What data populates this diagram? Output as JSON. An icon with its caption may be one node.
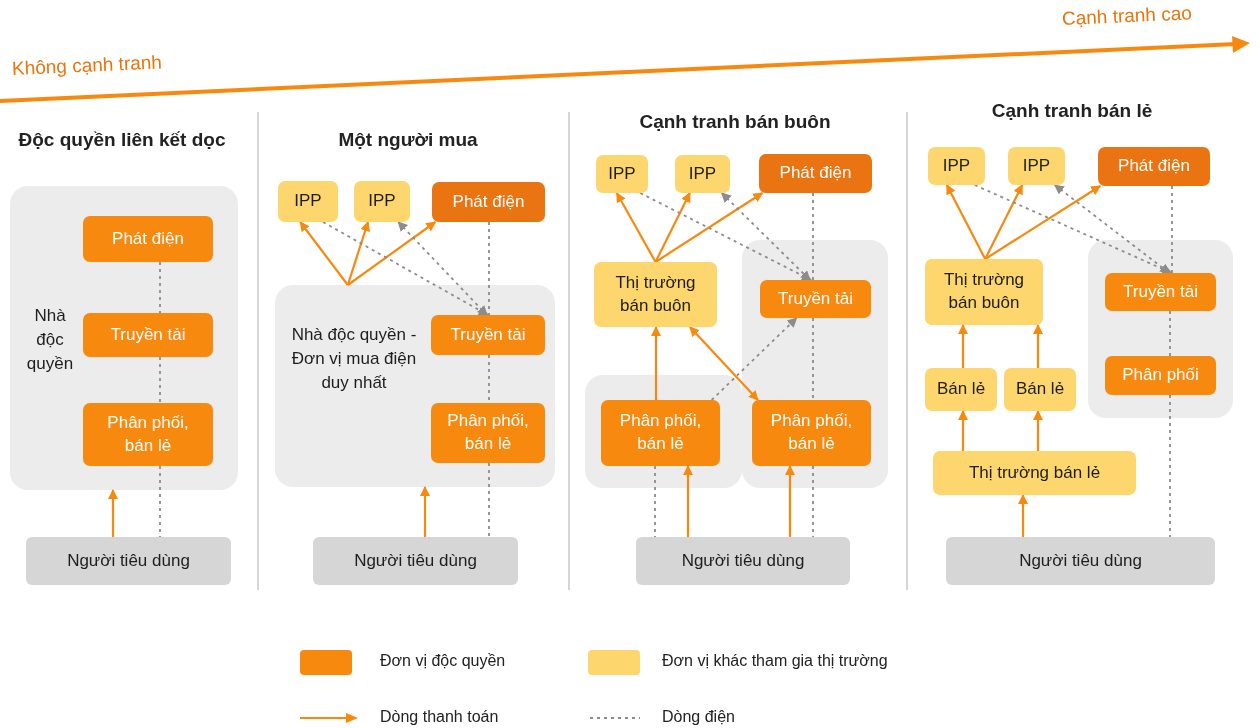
{
  "diagram": {
    "nodes": [
      {
        "text": [
          "Nhà độc quyền"
        ]
      },
      {
        "text": [
          "Phát điện"
        ],
        "in": 0
      },
      {
        "text": [
          "Truyền tải"
        ],
        "in": 0
      },
      {
        "text": [
          "Phân phối, bán lẻ"
        ],
        "in": 0
      },
      {
        "text": [
          "Người tiêu dùng"
        ]
      },
      {
        "text": [
          "IPP"
        ]
      },
      {
        "text": [
          "IPP"
        ]
      },
      {
        "text": [
          "Phát điện"
        ]
      },
      {
        "text": [
          "Nhà độc quyền - Đơn vị mua điện duy nhất"
        ]
      },
      {
        "text": [
          "Truyền tải"
        ],
        "in": 8
      },
      {
        "text": [
          "Phân phối, bán lẻ"
        ],
        "in": 8
      },
      {
        "text": [
          "Người tiêu dùng"
        ]
      },
      {
        "text": [
          "IPP"
        ]
      },
      {
        "text": [
          "IPP"
        ]
      },
      {
        "text": [
          "Phát điện"
        ]
      },
      {
        "text": [],
        "shape": "box"
      },
      {
        "text": [],
        "shape": "box"
      },
      {
        "text": [
          "Thị trường bán buôn"
        ]
      },
      {
        "text": [
          "Truyền tải"
        ],
        "in": 15
      },
      {
        "text": [
          "Phân phối, bán lẻ"
        ],
        "in": 16
      },
      {
        "text": [
          "Phân phối, bán lẻ"
        ],
        "in": 15
      },
      {
        "text": [
          "Người tiêu dùng"
        ]
      },
      {
        "text": [
          "IPP"
        ]
      },
      {
        "text": [
          "IPP"
        ]
      },
      {
        "text": [
          "Phát điện"
        ]
      },
      {
        "text": [],
        "shape": "box"
      },
      {
        "text": [
          "Thị trường bán buôn"
        ]
      },
      {
        "text": [
          "Truyền tải"
        ],
        "in": 25
      },
      {
        "text": [
          "Phân phối"
        ],
        "in": 25
      },
      {
        "text": [
          "Bán lẻ"
        ]
      },
      {
        "text": [
          "Bán lẻ"
        ]
      },
      {
        "text": [
          "Thị trường bán lẻ"
        ]
      },
      {
        "text": [
          "Người tiêu dùng"
        ]
      }
    ],
    "edges": [
      {
        "from": 4,
        "to": 0,
        "arrow": "to"
      },
      {
        "from": 1,
        "to": 2,
        "arrow": "none",
        "style": "dashed",
        "color": "#8c8c8c"
      },
      {
        "from": 2,
        "to": 3,
        "arrow": "none",
        "style": "dashed",
        "color": "#8c8c8c"
      },
      {
        "from": 3,
        "to": 4,
        "arrow": "none",
        "style": "dashed",
        "color": "#8c8c8c"
      },
      {
        "from": 8,
        "to": 5,
        "arrow": "to"
      },
      {
        "from": 8,
        "to": 6,
        "arrow": "to"
      },
      {
        "from": 8,
        "to": 7,
        "arrow": "to"
      },
      {
        "from": 5,
        "to": 9,
        "arrow": "to",
        "style": "dashed",
        "color": "#8c8c8c"
      },
      {
        "from": 6,
        "to": 9,
        "arrow": "both",
        "style": "dashed",
        "color": "#8c8c8c"
      },
      {
        "from": 7,
        "to": 9,
        "arrow": "none",
        "style": "dashed",
        "color": "#8c8c8c"
      },
      {
        "from": 9,
        "to": 10,
        "arrow": "none",
        "style": "dashed",
        "color": "#8c8c8c"
      },
      {
        "from": 10,
        "to": 11,
        "arrow": "none",
        "style": "dashed",
        "color": "#8c8c8c"
      },
      {
        "from": 11,
        "to": 8,
        "arrow": "to"
      },
      {
        "from": 17,
        "to": 12,
        "arrow": "to"
      },
      {
        "from": 17,
        "to": 13,
        "arrow": "to"
      },
      {
        "from": 17,
        "to": 14,
        "arrow": "to"
      },
      {
        "from": 12,
        "to": 18,
        "arrow": "to",
        "style": "dashed",
        "color": "#8c8c8c"
      },
      {
        "from": 13,
        "to": 18,
        "arrow": "both",
        "style": "dashed",
        "color": "#8c8c8c"
      },
      {
        "from": 19,
        "to": 18,
        "arrow": "to",
        "style": "dashed",
        "color": "#8c8c8c"
      },
      {
        "from": 19,
        "to": 17,
        "arrow": "to"
      },
      {
        "from": 17,
        "to": 20,
        "arrow": "both"
      },
      {
        "from": 21,
        "to": 19,
        "arrow": "to"
      },
      {
        "from": 21,
        "to": 20,
        "arrow": "to"
      },
      {
        "from": 14,
        "to": 18,
        "arrow": "none",
        "style": "dashed",
        "color": "#8c8c8c"
      },
      {
        "from": 18,
        "to": 20,
        "arrow": "none",
        "style": "dashed",
        "color": "#8c8c8c"
      },
      {
        "from": 20,
        "to": 21,
        "arrow": "none",
        "style": "dashed",
        "color": "#8c8c8c"
      },
      {
        "from": 19,
        "to": 21,
        "arrow": "none",
        "style": "dashed",
        "color": "#8c8c8c"
      },
      {
        "from": 26,
        "to": 22,
        "arrow": "to"
      },
      {
        "from": 26,
        "to": 23,
        "arrow": "to"
      },
      {
        "from": 26,
        "to": 24,
        "arrow": "to"
      },
      {
        "from": 22,
        "to": 27,
        "arrow": "to",
        "style": "dashed",
        "color": "#8c8c8c"
      },
      {
        "from": 23,
        "to": 27,
        "arrow": "both",
        "style": "dashed",
        "color": "#8c8c8c"
      },
      {
        "from": 24,
        "to": 27,
        "arrow": "none",
        "style": "dashed",
        "color": "#8c8c8c"
      },
      {
        "from": 27,
        "to": 28,
        "arrow": "none",
        "style": "dashed",
        "color": "#8c8c8c"
      },
      {
        "from": 28,
        "to": 32,
        "arrow": "none",
        "style": "dashed",
        "color": "#8c8c8c"
      },
      {
        "from": 29,
        "to": 26,
        "arrow": "to"
      },
      {
        "from": 30,
        "to": 26,
        "arrow": "to"
      },
      {
        "from": 31,
        "to": 29,
        "arrow": "to"
      },
      {
        "from": 31,
        "to": 30,
        "arrow": "to"
      },
      {
        "from": 32,
        "to": 31,
        "arrow": "to"
      }
    ],
    "labels": [
      "Cạnh tranh cao",
      "Không cạnh tranh",
      "Độc quyền liên kết dọc",
      "Một người mua",
      "Cạnh tranh bán buôn",
      "Cạnh tranh bán lẻ"
    ],
    "legend": [
      {
        "text": "Đơn vị độc quyền",
        "color": "#f7890f"
      },
      {
        "text": "Đơn vị khác tham gia thị trường",
        "color": "#fdd66e"
      },
      {
        "text": "Dòng thanh toán"
      },
      {
        "text": "Dòng điện"
      }
    ]
  }
}
